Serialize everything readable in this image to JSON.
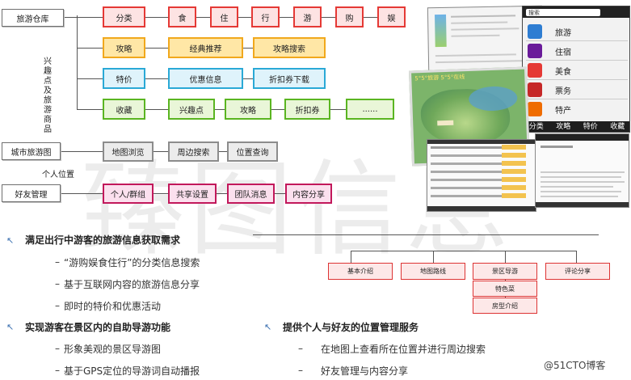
{
  "left_tree": {
    "root_travel": "旅游仓库",
    "root_map": "城市旅游图",
    "root_friends": "好友管理",
    "vertical_label": "兴趣点及旅游商品",
    "personal_location": "个人位置",
    "row1": [
      "分类",
      "食",
      "住",
      "行",
      "游",
      "购",
      "娱"
    ],
    "row2": [
      "攻略",
      "经典推荐",
      "攻略搜索"
    ],
    "row3": [
      "特价",
      "优惠信息",
      "折扣券下载"
    ],
    "row4": [
      "收藏",
      "兴趣点",
      "攻略",
      "折扣券",
      "......"
    ],
    "row5": [
      "地图浏览",
      "周边搜索",
      "位置查询"
    ],
    "row6": [
      "个人/群组",
      "共享设置",
      "团队消息",
      "内容分享"
    ]
  },
  "right_tree": {
    "nodes": [
      "基本介绍",
      "地图路线",
      "景区导游",
      "评论分享"
    ],
    "sub_nodes": [
      "特色菜",
      "房型介绍"
    ]
  },
  "bullets": {
    "b1": "满足出行中游客的旅游信息获取需求",
    "b1_items": [
      "“游购娱食住行”的分类信息搜索",
      "基于互联网内容的旅游信息分享",
      "即时的特价和优惠活动"
    ],
    "b2": "实现游客在景区内的自助导游功能",
    "b2_items": [
      "形象美观的景区导游图",
      "基于GPS定位的导游词自动播报"
    ],
    "b3": "提供个人与好友的位置管理服务",
    "b3_items": [
      "在地图上查看所在位置并进行周边搜索",
      "好友管理与内容分享"
    ]
  },
  "phone_menu": {
    "search": "搜索",
    "items": [
      "旅游",
      "住宿",
      "美食",
      "票务",
      "特产"
    ],
    "tabs": [
      "分类",
      "攻略",
      "特价",
      "收藏"
    ]
  },
  "map_screen": {
    "title": "5°5°旅游 5°5°在线"
  },
  "watermark": "臻图信息",
  "credit": "@51CTO博客",
  "colors": {
    "red": "#e53935",
    "orange": "#f1a81c",
    "cyan": "#2aa9d6",
    "green": "#5ab521",
    "gray": "#8c8c8c",
    "magenta": "#c2185b"
  }
}
